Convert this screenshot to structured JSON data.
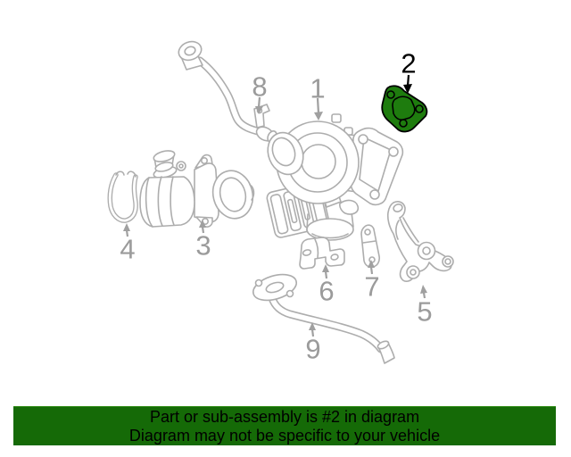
{
  "diagram": {
    "highlighted_callout": "2",
    "callouts": [
      {
        "label": "1",
        "part": "turbocharger",
        "highlighted": false
      },
      {
        "label": "2",
        "part": "turbocharger-gasket",
        "highlighted": true
      },
      {
        "label": "3",
        "part": "exhaust-elbow",
        "highlighted": false
      },
      {
        "label": "4",
        "part": "clamp-ring",
        "highlighted": false
      },
      {
        "label": "5",
        "part": "mounting-bracket",
        "highlighted": false
      },
      {
        "label": "6",
        "part": "support-bracket",
        "highlighted": false
      },
      {
        "label": "7",
        "part": "stay-strap",
        "highlighted": false
      },
      {
        "label": "8",
        "part": "oil-feed-tube",
        "highlighted": false
      },
      {
        "label": "9",
        "part": "oil-return-tube",
        "highlighted": false
      }
    ],
    "colors": {
      "line_art": "#adadad",
      "callout_text": "#9b9b9b",
      "highlight_outline": "#000000",
      "highlight_fill": "#1e7c0e"
    }
  },
  "banner": {
    "line1": "Part or sub-assembly is #2 in diagram",
    "line2": "Diagram may not be specific to your vehicle",
    "background": "#156a07",
    "text_color": "#000000"
  }
}
